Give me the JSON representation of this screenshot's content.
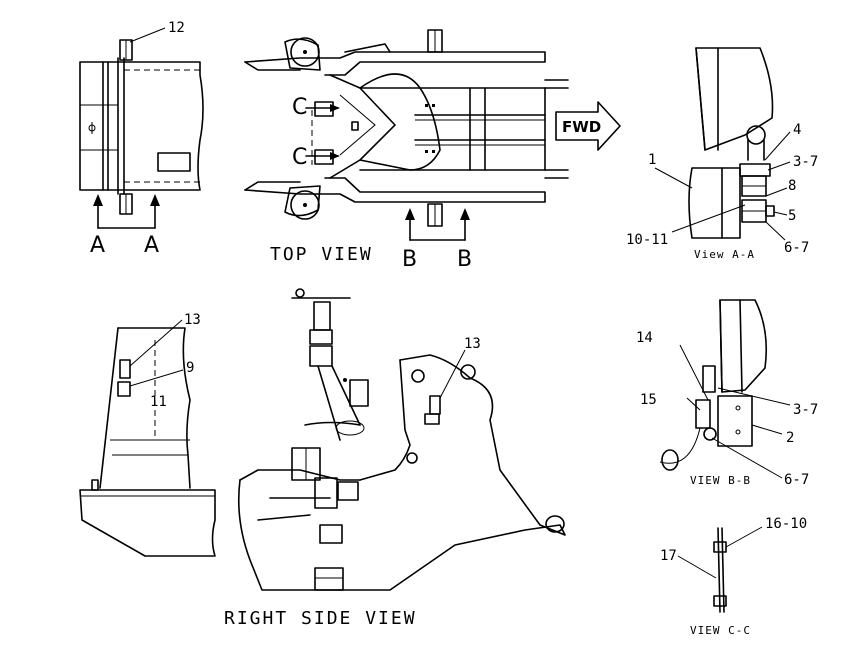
{
  "views": {
    "top_view": "TOP VIEW",
    "right_side_view": "RIGHT SIDE VIEW",
    "view_aa": "View A-A",
    "view_bb": "VIEW B-B",
    "view_cc": "VIEW C-C"
  },
  "direction": {
    "fwd": "FWD"
  },
  "section_marks": {
    "a": "A",
    "b": "B",
    "c": "C"
  },
  "callouts": {
    "c12": "12",
    "c13a": "13",
    "c9": "9",
    "c11": "11",
    "c13b": "13",
    "c1": "1",
    "c4": "4",
    "c3_7a": "3-7",
    "c8": "8",
    "c5": "5",
    "c10_11": "10-11",
    "c6_7a": "6-7",
    "c14": "14",
    "c15": "15",
    "c3_7b": "3-7",
    "c2": "2",
    "c6_7b": "6-7",
    "c16_10": "16-10",
    "c17": "17"
  }
}
